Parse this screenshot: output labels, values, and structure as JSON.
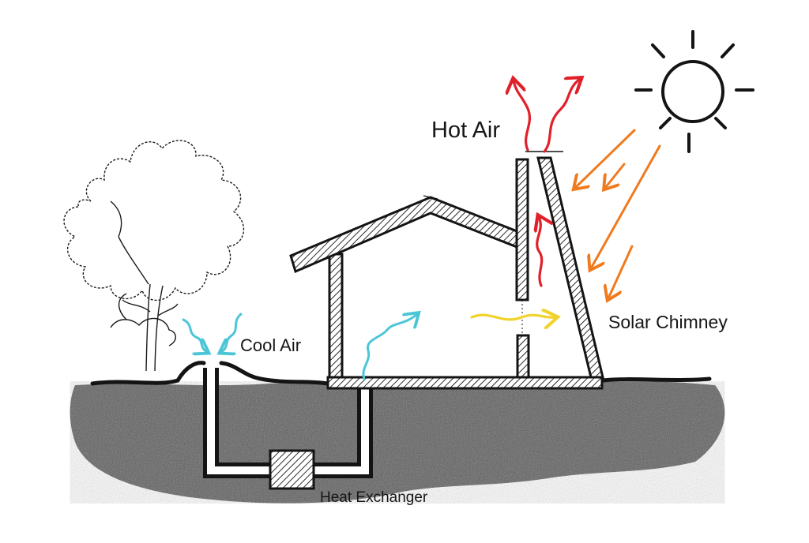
{
  "labels": {
    "hot_air": "Hot Air",
    "cool_air": "Cool Air",
    "solar_chimney": "Solar Chimney",
    "heat_exchanger": "Heat Exchanger"
  },
  "colors": {
    "outline": "#141414",
    "ground": "#5a5a5a",
    "cool_air_arrow": "#4cc6d6",
    "hot_air_arrow": "#e0202a",
    "sun_ray_arrow": "#f07a1e",
    "warm_flow_arrow": "#f2d22c"
  }
}
